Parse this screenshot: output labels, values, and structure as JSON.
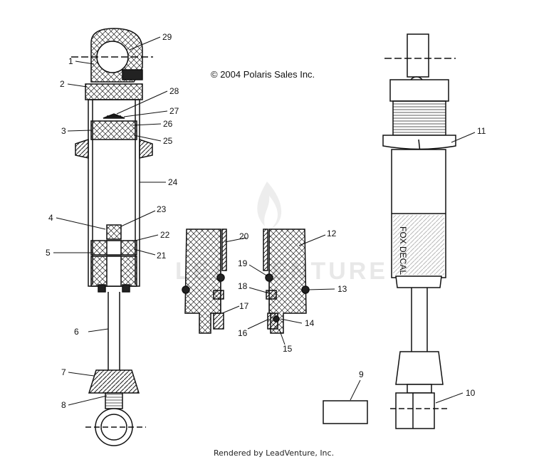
{
  "copyright": "© 2004 Polaris Sales Inc.",
  "footer": "Rendered by LeadVenture, Inc.",
  "watermark": "LEADVENTURE",
  "decal_text": "FOX DECAL",
  "callouts": [
    "1",
    "2",
    "3",
    "4",
    "5",
    "6",
    "7",
    "8",
    "9",
    "10",
    "11",
    "12",
    "13",
    "14",
    "15",
    "16",
    "17",
    "18",
    "19",
    "20",
    "21",
    "22",
    "23",
    "24",
    "25",
    "26",
    "27",
    "28",
    "29"
  ]
}
